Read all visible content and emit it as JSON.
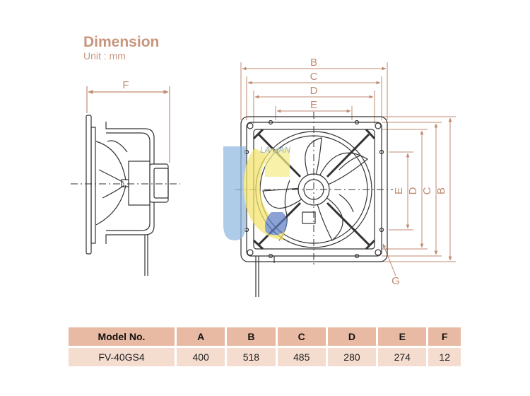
{
  "heading": {
    "title": "Dimension",
    "unit": "Unit : mm"
  },
  "side_view": {
    "dim_label": "F"
  },
  "front_view": {
    "top_dims": [
      "B",
      "C",
      "D",
      "E"
    ],
    "right_dims": [
      "E",
      "D",
      "C",
      "B"
    ],
    "callout": "G",
    "watermark": "LA HAN"
  },
  "table": {
    "headers": [
      "Model No.",
      "A",
      "B",
      "C",
      "D",
      "E",
      "F"
    ],
    "rows": [
      [
        "FV-40GS4",
        "400",
        "518",
        "485",
        "280",
        "274",
        "12"
      ]
    ]
  },
  "colors": {
    "accent": "#c8957c",
    "header_bg": "#e8b9a3",
    "row_bg": "#f4dccf",
    "line": "#333333"
  }
}
